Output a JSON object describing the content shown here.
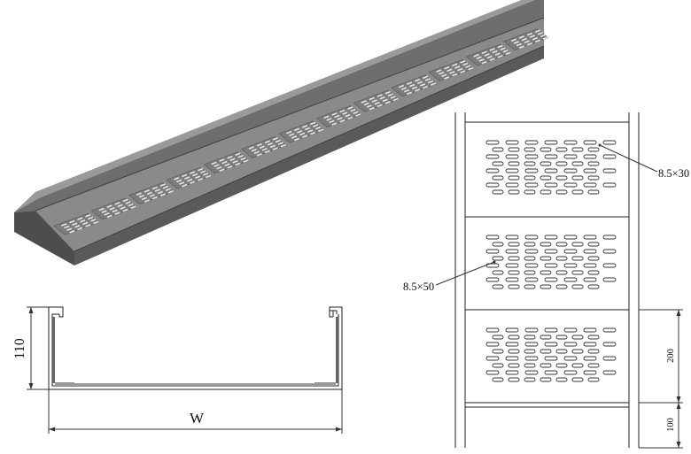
{
  "iso_view": {
    "slot_panels": 13
  },
  "section_view": {
    "height_label": "110",
    "width_label": "W"
  },
  "plan_view": {
    "panels": 3,
    "small_slot_label": "8.5×30",
    "large_slot_label": "8.5×50",
    "pitch_label": "200",
    "edge_label": "100"
  }
}
